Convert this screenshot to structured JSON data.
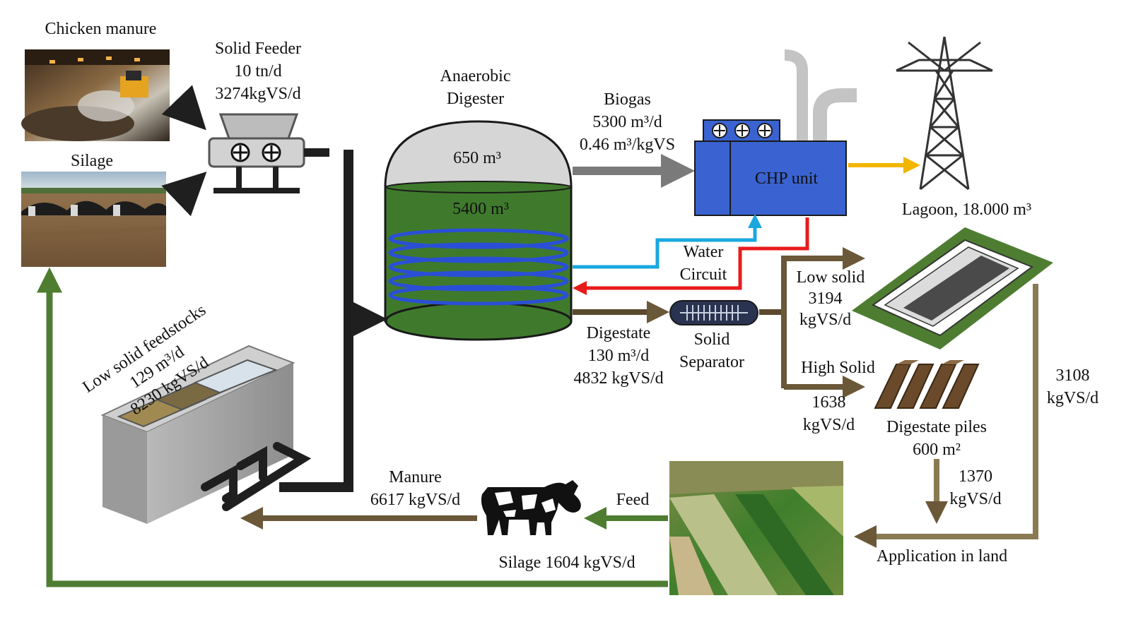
{
  "labels": {
    "chicken_manure": "Chicken manure",
    "silage_top": "Silage",
    "solid_feeder": [
      "Solid Feeder",
      "10 tn/d",
      "3274kgVS/d"
    ],
    "digester": [
      "Anaerobic",
      "Digester"
    ],
    "gas_volume": "650 m³",
    "liquid_volume": "5400 m³",
    "biogas": [
      "Biogas",
      "5300 m³/d",
      "0.46 m³/kgVS"
    ],
    "chp_unit": "CHP unit",
    "lagoon": "Lagoon,  18.000 m³",
    "water_circuit": [
      "Water",
      "Circuit"
    ],
    "low_solid": [
      "Low solid",
      "3194",
      "kgVS/d"
    ],
    "high_solid": "High Solid",
    "high_solid_flow": [
      "1638",
      "kgVS/d"
    ],
    "digestate": [
      "Digestate",
      "130 m³/d",
      "4832 kgVS/d"
    ],
    "solid_separator": [
      "Solid",
      "Separator"
    ],
    "digestate_piles": [
      "Digestate piles",
      "600 m²"
    ],
    "piles_flow": [
      "1370",
      "kgVS/d"
    ],
    "lagoon_flow": [
      "3108",
      "kgVS/d"
    ],
    "low_solid_feedstocks": [
      "Low solid feedstocks",
      "129 m³/d",
      "8230 kgVS/d"
    ],
    "manure": [
      "Manure",
      "6617 kgVS/d"
    ],
    "feed": "Feed",
    "silage_flow": "Silage  1604 kgVS/d",
    "application": "Application  in land"
  },
  "colors": {
    "feed_arrow": "#1f1f1f",
    "digestate_flow": "#5b4a2e",
    "recycle_green": "#4e7d31",
    "biogas_arrow": "#7a7a7a",
    "water_cold": "#1aa7e0",
    "water_hot": "#e81b1b",
    "electricity": "#f2b500",
    "chp_blue": "#3a63d1",
    "digester_green": "#3f7a2c"
  }
}
